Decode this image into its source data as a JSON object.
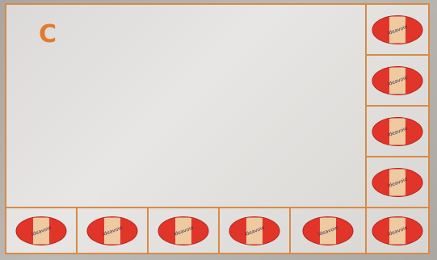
{
  "frame": {
    "label": "C"
  },
  "token": {
    "word": "Ideavoid",
    "color_body": "#e2352a",
    "color_band": "#efc9a0",
    "color_text": "#3a3050"
  },
  "right_column": {
    "count": 4
  },
  "bottom_row": {
    "count": 6
  },
  "colors": {
    "border": "#d98a45",
    "label": "#e37a2d",
    "paper": "#e2e0de"
  }
}
